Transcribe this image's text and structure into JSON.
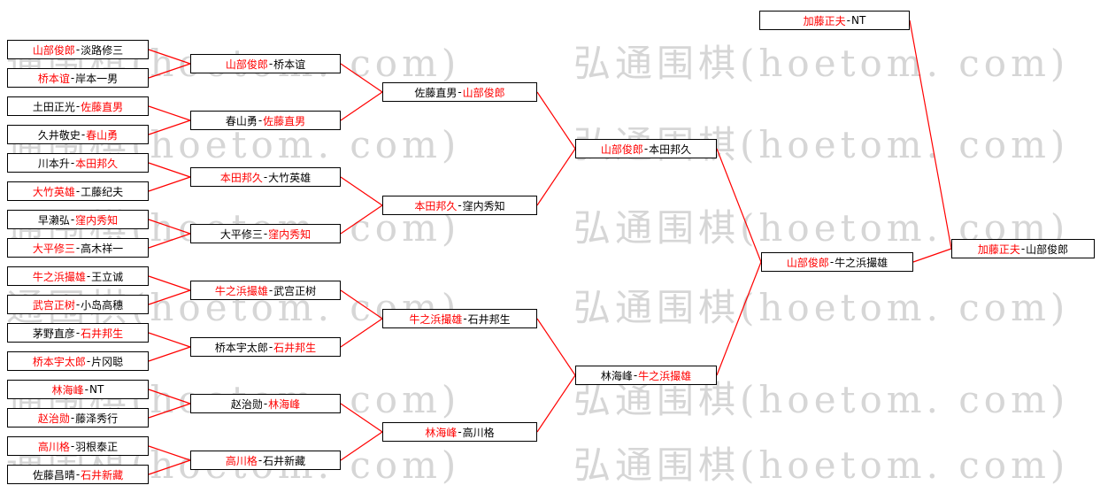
{
  "watermark": {
    "text": "弘通围棋(hoetom. com)",
    "color": "#d6d6d6"
  },
  "colors": {
    "winner": "#ff0000",
    "loser": "#000000",
    "line": "#ff0000",
    "box_border": "#000000",
    "box_background": "#ffffff"
  },
  "bracket": {
    "rounds": [
      {
        "name": "round-1",
        "matches": [
          {
            "p1": "山部俊郎",
            "p2": "淡路修三",
            "winner": 1
          },
          {
            "p1": "桥本谊",
            "p2": "岸本一男",
            "winner": 1
          },
          {
            "p1": "土田正光",
            "p2": "佐藤直男",
            "winner": 2
          },
          {
            "p1": "久井敬史",
            "p2": "春山勇",
            "winner": 2
          },
          {
            "p1": "川本升",
            "p2": "本田邦久",
            "winner": 2
          },
          {
            "p1": "大竹英雄",
            "p2": "工藤纪夫",
            "winner": 1
          },
          {
            "p1": "早濑弘",
            "p2": "窪内秀知",
            "winner": 2
          },
          {
            "p1": "大平修三",
            "p2": "高木祥一",
            "winner": 1
          },
          {
            "p1": "牛之浜撮雄",
            "p2": "王立诚",
            "winner": 1
          },
          {
            "p1": "武宫正树",
            "p2": "小岛高穗",
            "winner": 1
          },
          {
            "p1": "茅野直彦",
            "p2": "石井邦生",
            "winner": 2
          },
          {
            "p1": "桥本宇太郎",
            "p2": "片冈聪",
            "winner": 1
          },
          {
            "p1": "林海峰",
            "p2": "NT",
            "winner": 1
          },
          {
            "p1": "赵治勋",
            "p2": "藤泽秀行",
            "winner": 1
          },
          {
            "p1": "高川格",
            "p2": "羽根泰正",
            "winner": 1
          },
          {
            "p1": "佐藤昌晴",
            "p2": "石井新藏",
            "winner": 2
          }
        ]
      },
      {
        "name": "round-2",
        "matches": [
          {
            "p1": "山部俊郎",
            "p2": "桥本谊",
            "winner": 1
          },
          {
            "p1": "春山勇",
            "p2": "佐藤直男",
            "winner": 2
          },
          {
            "p1": "本田邦久",
            "p2": "大竹英雄",
            "winner": 1
          },
          {
            "p1": "大平修三",
            "p2": "窪内秀知",
            "winner": 2
          },
          {
            "p1": "牛之浜撮雄",
            "p2": "武宫正树",
            "winner": 1
          },
          {
            "p1": "桥本宇太郎",
            "p2": "石井邦生",
            "winner": 2
          },
          {
            "p1": "赵治勋",
            "p2": "林海峰",
            "winner": 2
          },
          {
            "p1": "高川格",
            "p2": "石井新藏",
            "winner": 1
          }
        ]
      },
      {
        "name": "round-3",
        "matches": [
          {
            "p1": "佐藤直男",
            "p2": "山部俊郎",
            "winner": 2
          },
          {
            "p1": "本田邦久",
            "p2": "窪内秀知",
            "winner": 1
          },
          {
            "p1": "牛之浜撮雄",
            "p2": "石井邦生",
            "winner": 1
          },
          {
            "p1": "林海峰",
            "p2": "高川格",
            "winner": 1
          }
        ]
      },
      {
        "name": "round-4",
        "matches": [
          {
            "p1": "山部俊郎",
            "p2": "本田邦久",
            "winner": 1
          },
          {
            "p1": "林海峰",
            "p2": "牛之浜撮雄",
            "winner": 2
          }
        ]
      },
      {
        "name": "semifinal",
        "matches": [
          {
            "p1": "山部俊郎",
            "p2": "牛之浜撮雄",
            "winner": 1
          }
        ]
      },
      {
        "name": "seed",
        "matches": [
          {
            "p1": "加藤正夫",
            "p2": "NT",
            "winner": 1
          }
        ]
      },
      {
        "name": "final",
        "matches": [
          {
            "p1": "加藤正夫",
            "p2": "山部俊郎",
            "winner": 1
          }
        ]
      }
    ]
  }
}
